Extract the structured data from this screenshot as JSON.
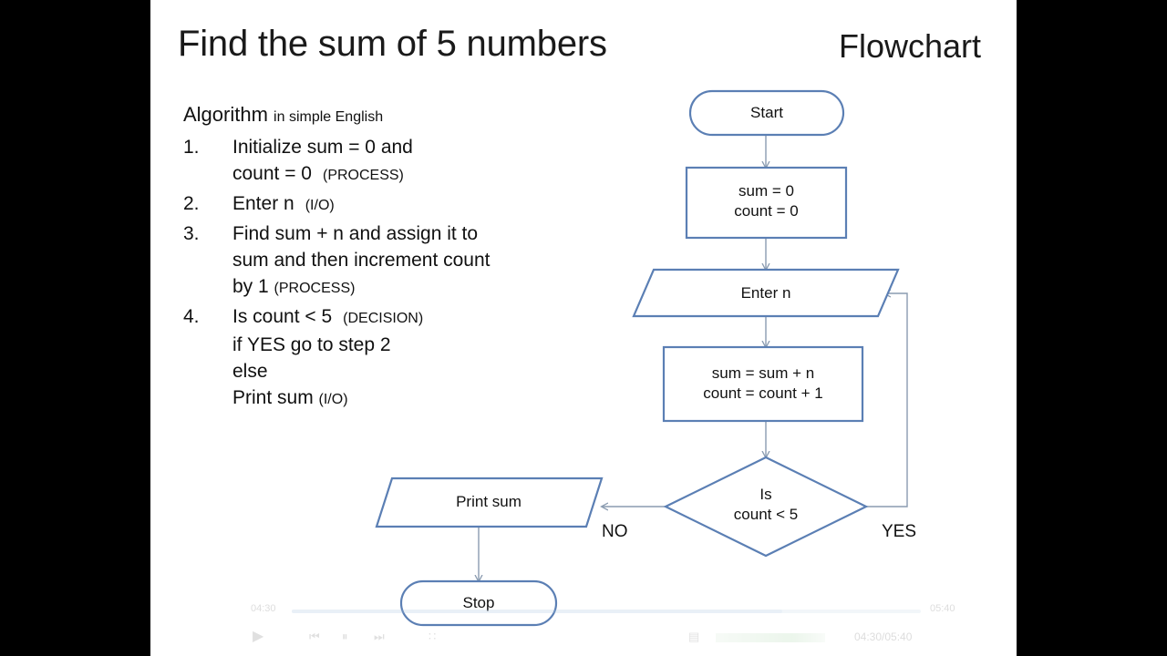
{
  "slide": {
    "title": "Find the sum of 5 numbers",
    "subtitle": "Flowchart"
  },
  "algorithm": {
    "heading_main": "Algorithm",
    "heading_note": "in simple English",
    "steps": [
      {
        "number": "1.",
        "lines": [
          "Initialize sum = 0 and",
          "count = 0"
        ],
        "tag": "(PROCESS)"
      },
      {
        "number": "2.",
        "lines": [
          "Enter n"
        ],
        "tag": "(I/O)"
      },
      {
        "number": "3.",
        "lines": [
          "Find sum + n and assign it to",
          "sum and then increment count",
          "by 1"
        ],
        "tag": "(PROCESS)"
      },
      {
        "number": "4.",
        "lines": [
          "Is count < 5",
          "if YES go to step 2",
          "else",
          "Print sum"
        ],
        "tag": "(DECISION)",
        "tag_last": "(I/O)"
      }
    ]
  },
  "flowchart": {
    "nodes": [
      {
        "id": "start",
        "shape": "terminator",
        "lines": [
          "Start"
        ]
      },
      {
        "id": "init",
        "shape": "process",
        "lines": [
          "sum = 0",
          "count = 0"
        ]
      },
      {
        "id": "input",
        "shape": "parallelogram",
        "lines": [
          "Enter n"
        ]
      },
      {
        "id": "accum",
        "shape": "process",
        "lines": [
          "sum = sum + n",
          "count = count + 1"
        ]
      },
      {
        "id": "decide",
        "shape": "diamond",
        "lines": [
          "Is",
          "count < 5"
        ]
      },
      {
        "id": "print",
        "shape": "parallelogram",
        "lines": [
          "Print sum"
        ]
      },
      {
        "id": "stop",
        "shape": "terminator",
        "lines": [
          "Stop"
        ]
      }
    ],
    "edge_labels": {
      "no": "NO",
      "yes": "YES"
    },
    "colors": {
      "shape_stroke": "#5b7fb4",
      "connector": "#8a9bb0"
    }
  },
  "player": {
    "time_elapsed": "04:30",
    "time_remaining": "05:40",
    "time_total": "04:30/05:40",
    "controls": {
      "play": "play-icon",
      "previous": "previous-icon",
      "pause": "pause-icon",
      "next": "next-icon",
      "grid": "grid-icon",
      "volume": "volume-icon"
    },
    "glyphs": {
      "play": "▶",
      "previous": "⏮",
      "pause": "⏸",
      "next": "⏭",
      "grid": "∷",
      "volume": "▤"
    }
  }
}
